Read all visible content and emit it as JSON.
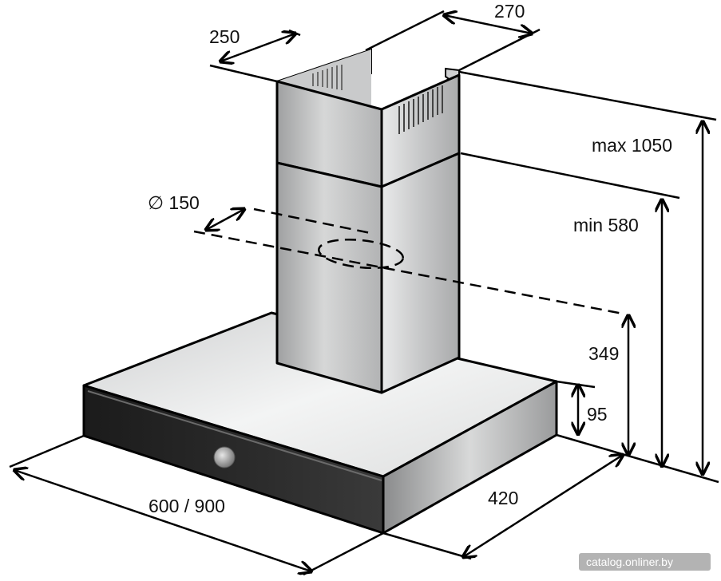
{
  "dimensions": {
    "chimney_depth": "250",
    "chimney_width": "270",
    "duct_diameter": "∅ 150",
    "height_max": "max 1050",
    "height_min": "min 580",
    "duct_axis_height": "349",
    "hood_thickness": "95",
    "hood_width": "600 / 900",
    "hood_depth": "420"
  },
  "watermark": "catalog.onliner.by"
}
